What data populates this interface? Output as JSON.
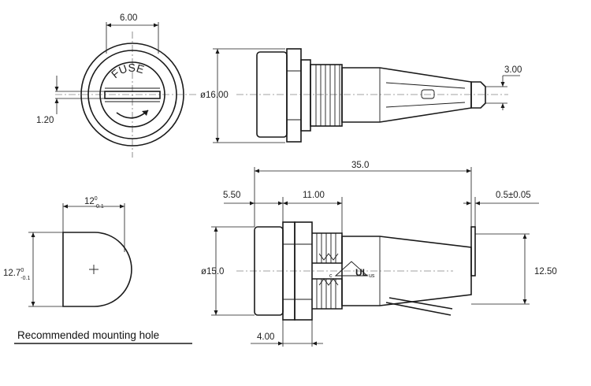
{
  "dimensions": {
    "front_width": "6.00",
    "front_slot": "1.20",
    "side_diameter_top": "ø16.00",
    "tip_width": "3.00",
    "hole_width_base": "12",
    "hole_width_sup": "0",
    "hole_width_sub": "-0.1",
    "hole_height_base": "12.7",
    "hole_height_sup": "0",
    "hole_height_sub": "-0.1",
    "overall_length": "35.0",
    "cap_length": "5.50",
    "thread_length": "11.00",
    "terminal_thickness": "0.5±0.05",
    "side_diameter_bottom": "ø15.0",
    "terminal_height": "12.50",
    "panel_length": "4.00"
  },
  "labels": {
    "fuse_text": "FUSE",
    "mounting_hole": "Recommended mounting hole",
    "ul_mark": "UL",
    "c_mark": "c",
    "us_mark": "us"
  }
}
